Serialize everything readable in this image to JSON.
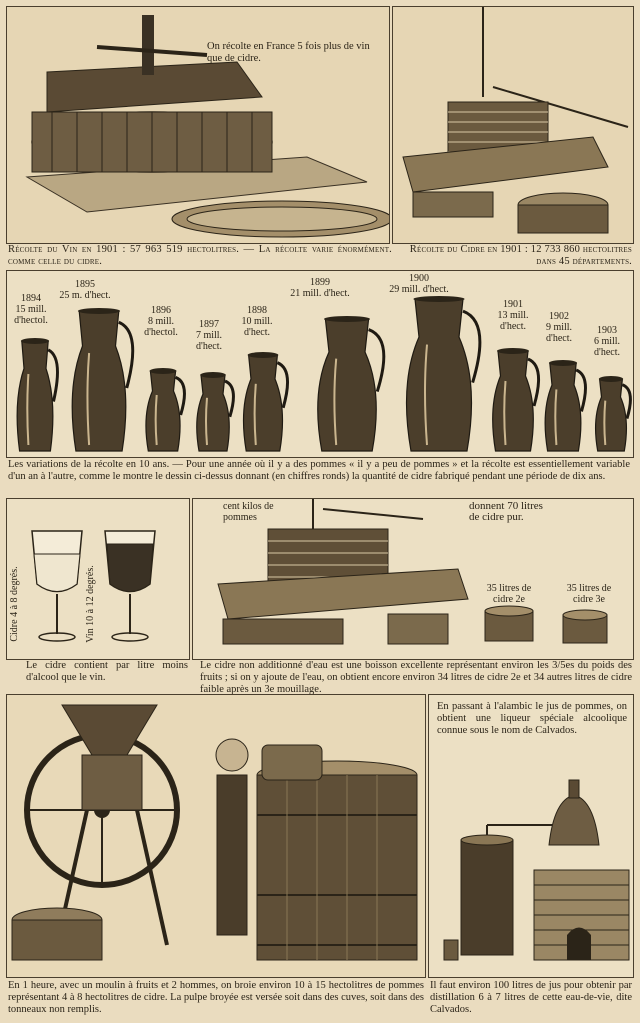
{
  "top": {
    "note_wine_vs_cider": "On récolte en France 5 fois plus de vin que de cidre.",
    "caption_wine": "Récolte du Vin en 1901 : 57 963 519 hectolitres. — La récolte varie énormément. comme celle du cidre.",
    "caption_cider": "Récolte du Cidre en 1901 : 12 733 860 hectolitres dans 45 départements."
  },
  "jugs": {
    "labels": [
      {
        "year": "1894",
        "value": "15 mill.",
        "unit": "d'hectol."
      },
      {
        "year": "1895",
        "value": "25 m.",
        "unit": "d'hect."
      },
      {
        "year": "1896",
        "value": "8 mill.",
        "unit": "d'hectol."
      },
      {
        "year": "1897",
        "value": "7 mill.",
        "unit": "d'hect."
      },
      {
        "year": "1898",
        "value": "10 mill.",
        "unit": "d'hect."
      },
      {
        "year": "1899",
        "value": "21 mill.",
        "unit": "d'hect."
      },
      {
        "year": "1900",
        "value": "29 mill.",
        "unit": "d'hect."
      },
      {
        "year": "1901",
        "value": "13 mill.",
        "unit": "d'hect."
      },
      {
        "year": "1902",
        "value": "9 mill.",
        "unit": "d'hect."
      },
      {
        "year": "1903",
        "value": "6 mill.",
        "unit": "d'hect."
      }
    ],
    "caption": "Les variations de la récolte en 10 ans. — Pour une année où il y a des pommes « il y a peu de pommes » et la récolte est essentiellement variable d'un an à l'autre, comme le montre le dessin ci-dessus donnant (en chiffres ronds) la quantité de cidre fabriqué pendant une période de dix ans."
  },
  "glasses": {
    "label_cider": "Cidre 4 à 8 degrés.",
    "label_wine": "Vin 10 à 12 degrés.",
    "caption": "Le cidre contient par litre moins d'alcool que le vin."
  },
  "press": {
    "label_apples": "cent kilos de pommes",
    "label_pure": "donnent 70 litres de cidre pur.",
    "label_second": "35 litres de cidre 2e",
    "label_third": "35 litres de cidre 3e",
    "caption": "Le cidre non additionné d'eau est une boisson excellente représentant environ les 3/5es du poids des fruits ; si on y ajoute de l'eau, on obtient encore environ 34 litres de cidre 2e et 34 autres litres de cidre faible après un 3e mouillage."
  },
  "mill": {
    "caption": "En 1 heure, avec un moulin à fruits et 2 hommes, on broie environ 10 à 15 hectolitres de pommes représentant 4 à 8 hectolitres de cidre. La pulpe broyée est versée soit dans des cuves, soit dans des tonneaux non remplis."
  },
  "still": {
    "note": "En passant à l'alambic le jus de pommes, on obtient une liqueur spéciale alcoolique connue sous le nom de Calvados.",
    "caption": "Il faut environ 100 litres de jus pour obtenir par distillation 6 à 7 litres de cette eau-de-vie, dite Calvados."
  }
}
